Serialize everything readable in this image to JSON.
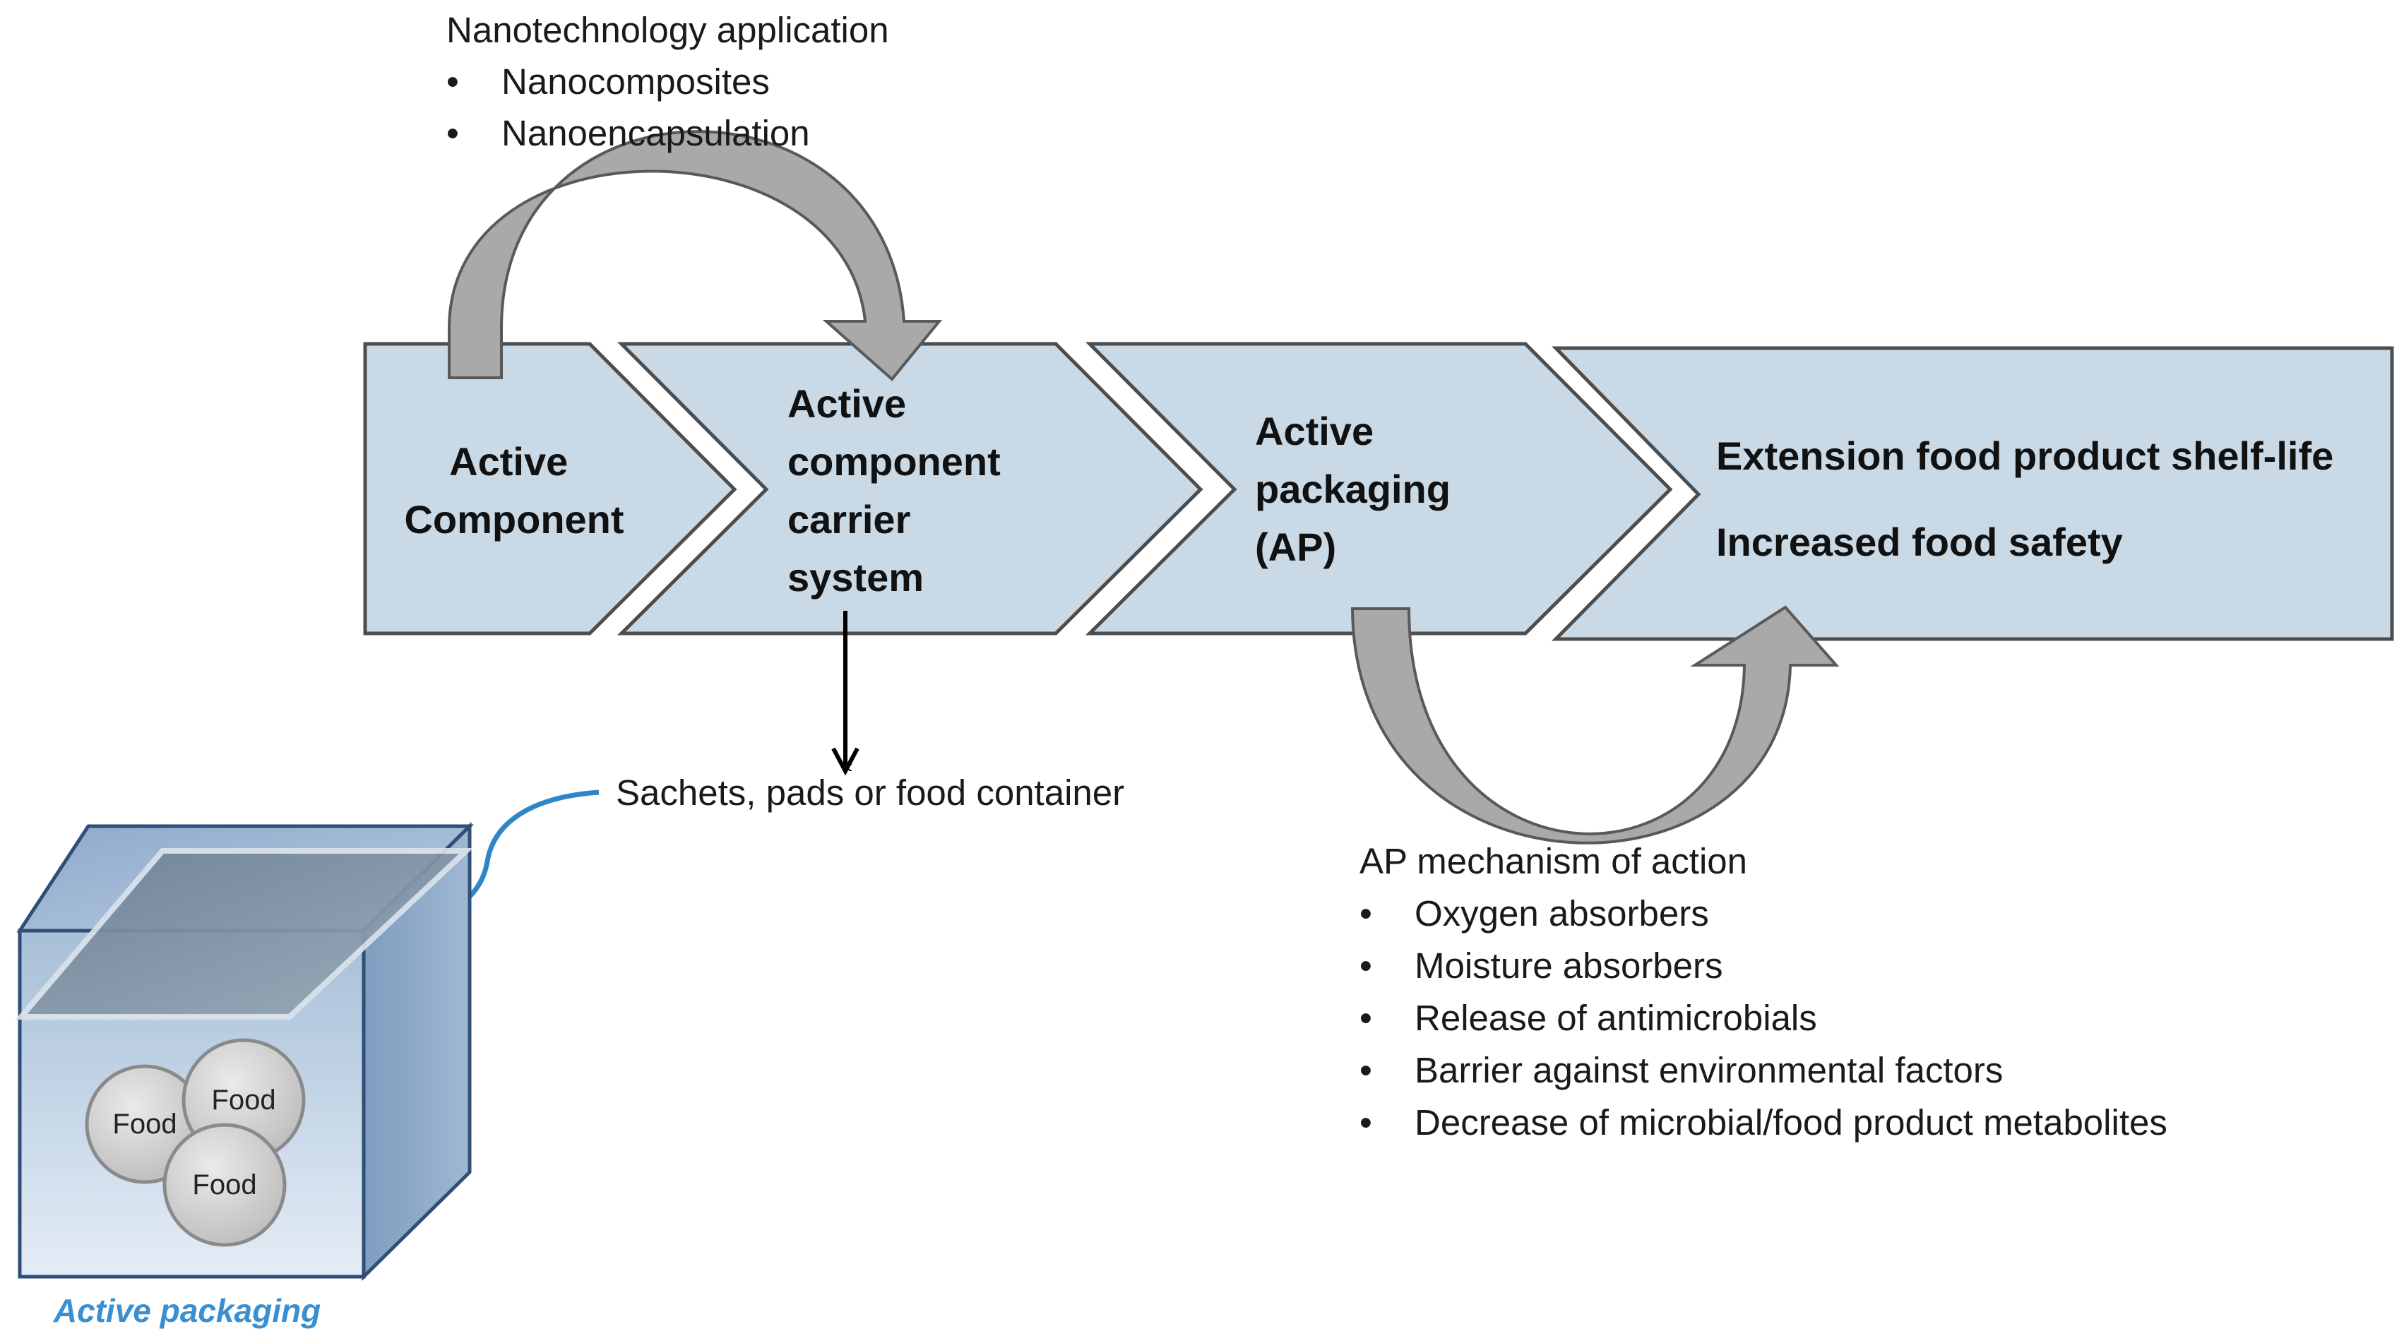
{
  "nanotech": {
    "heading": "Nanotechnology application",
    "bullet": "•",
    "items": [
      "Nanocomposites",
      "Nanoencapsulation"
    ]
  },
  "chevrons": {
    "active_component": [
      "Active",
      "Component"
    ],
    "carrier_system": [
      "Active",
      "component",
      "carrier",
      "system"
    ],
    "active_packaging": [
      "Active",
      "packaging",
      "(AP)"
    ],
    "outcomes": [
      "Extension food product shelf-life",
      "Increased food safety"
    ]
  },
  "sachets_label": "Sachets, pads or food container",
  "ap_mechanism": {
    "heading": "AP mechanism of action",
    "bullet": "•",
    "items": [
      "Oxygen absorbers",
      "Moisture absorbers",
      "Release of antimicrobials",
      "Barrier against environmental factors",
      "Decrease of microbial/food product metabolites"
    ]
  },
  "box": {
    "food_labels": [
      "Food",
      "Food",
      "Food"
    ],
    "caption": "Active packaging"
  },
  "colors": {
    "chevron_fill": "#c9d9e6",
    "chevron_stroke": "#4d4d4d",
    "curved_arrow_fill": "#a9a9a9",
    "caption": "#3a8fd0",
    "pointer": "#2e86c8"
  }
}
